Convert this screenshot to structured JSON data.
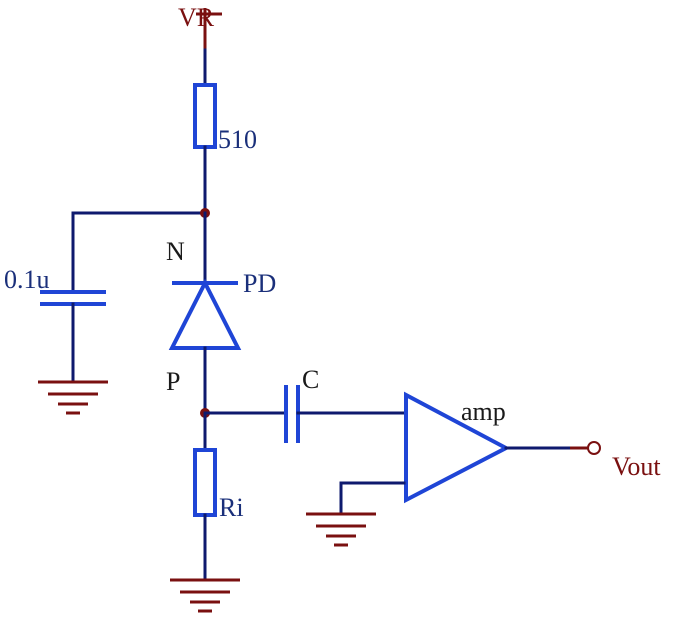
{
  "labels": {
    "supply": "VR",
    "resistor_top": "510",
    "capacitor_bypass": "0.1u",
    "node_n": "N",
    "photodiode": "PD",
    "node_p": "P",
    "capacitor_coupling": "C",
    "amplifier": "amp",
    "resistor_load": "Ri",
    "output": "Vout"
  },
  "colors": {
    "wire": "#0e1a6e",
    "component": "#1f45d6",
    "ground": "#7a1010",
    "junction": "#7a1010",
    "label_blue": "#1a2f7a",
    "label_red": "#7a1010"
  }
}
